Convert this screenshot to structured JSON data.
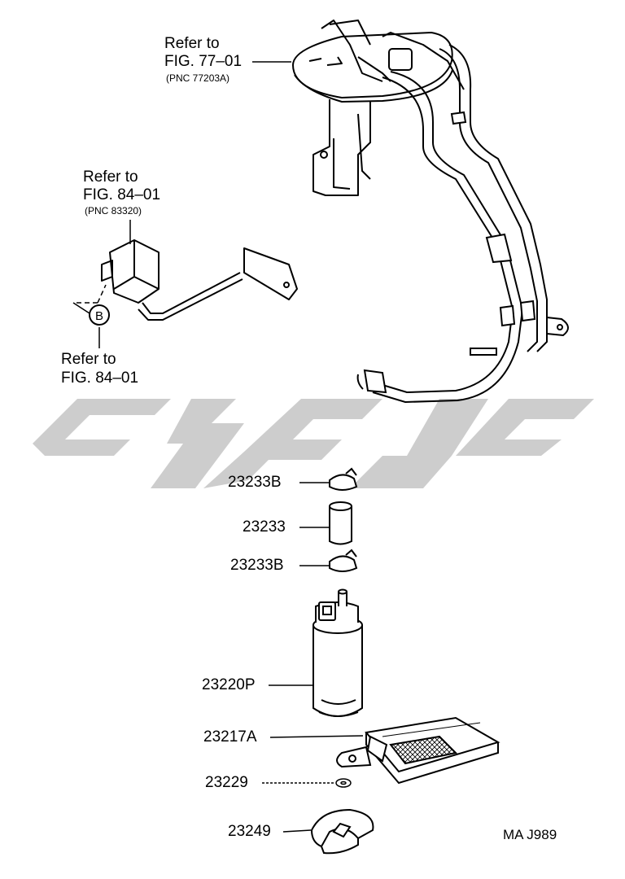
{
  "colors": {
    "ink": "#000000",
    "watermark": "#c8c8c8",
    "background": "#ffffff"
  },
  "refs": {
    "sender_gauge_ref": {
      "line1": "Refer to",
      "line2": "FIG. 77–01",
      "line3": "(PNC 77203A)"
    },
    "fuel_gauge_ref": {
      "line1": "Refer to",
      "line2": "FIG. 84–01",
      "line3": "(PNC 83320)"
    },
    "connector_ref": {
      "line1": "Refer to",
      "line2": "FIG. 84–01"
    }
  },
  "callout_b": "B",
  "parts": [
    {
      "number": "23233B",
      "name": "clamp"
    },
    {
      "number": "23233",
      "name": "hose"
    },
    {
      "number": "23233B",
      "name": "clamp"
    },
    {
      "number": "23220P",
      "name": "fuel pump"
    },
    {
      "number": "23217A",
      "name": "fuel filter"
    },
    {
      "number": "23229",
      "name": "clip"
    },
    {
      "number": "23249",
      "name": "cushion"
    }
  ],
  "drawing_code": "MA J989",
  "watermark_icon": "brand-logo-watermark"
}
